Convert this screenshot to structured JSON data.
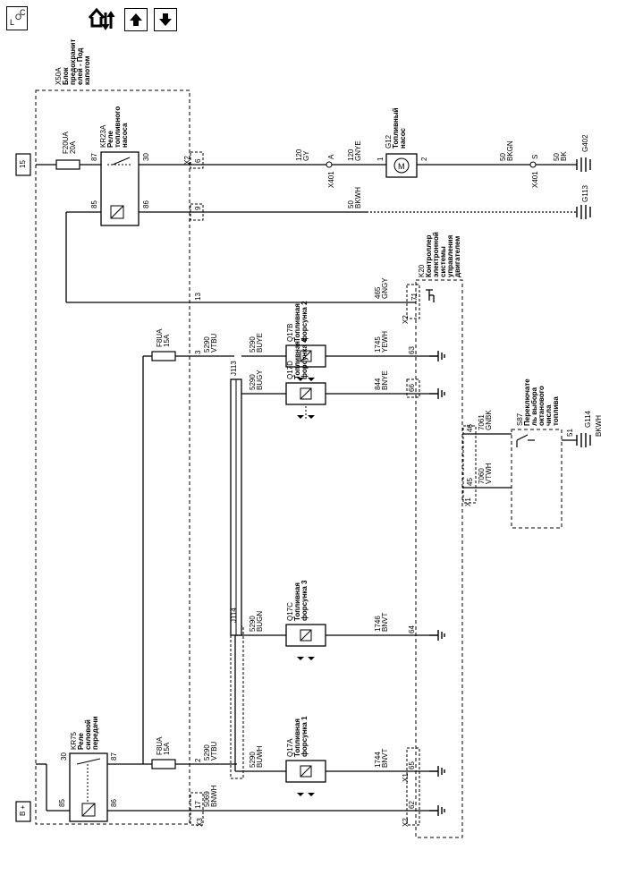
{
  "toolbar": {
    "locator_label": "L O C",
    "buttons": [
      "home-with-arrows-icon",
      "arrow-up-icon",
      "arrow-down-icon"
    ]
  },
  "diagram": {
    "block": {
      "id": "X50A",
      "name1": "Блок",
      "name2": "предохранит",
      "name3": "елей - Под",
      "name4": "капотом"
    },
    "boxes": {
      "b15": "15",
      "bplus": "B +"
    },
    "fuses": {
      "f20": {
        "id": "F20UA",
        "rating": "20A"
      },
      "f8_top": {
        "id": "F8UA",
        "rating": "15A"
      },
      "f8_bot": {
        "id": "F8UA",
        "rating": "15A"
      }
    },
    "relays": {
      "kr23": {
        "id": "KR23A",
        "name1": "Реле",
        "name2": "топливного",
        "name3": "насоса",
        "p87": "87",
        "p30": "30",
        "p85": "85",
        "p86": "86"
      },
      "kr75": {
        "id": "KR75",
        "name1": "Реле",
        "name2": "силовой",
        "name3": "передачи",
        "p30": "30",
        "p87": "87",
        "p85": "85",
        "p86": "86"
      }
    },
    "connectors": {
      "x2": "X2",
      "x3": "X3",
      "x1": "X1",
      "x401": "X401",
      "j113": "J113",
      "j114": "J114"
    },
    "pins": {
      "p6": "6",
      "p9": "9",
      "p13": "13",
      "p3": "3",
      "p2": "2",
      "p17": "17",
      "p71": "71",
      "p65": "65",
      "p63": "63",
      "p64": "64",
      "p66": "66",
      "p62": "62",
      "p46": "46",
      "p45": "45",
      "pA": "A",
      "pS": "S",
      "p1": "1",
      "p2b": "2"
    },
    "wires": {
      "w120a": {
        "num": "120",
        "color": "GY"
      },
      "w120b": {
        "num": "120",
        "color": "GNYE"
      },
      "w50a": {
        "num": "50",
        "color": "BKGN"
      },
      "w50b": {
        "num": "50",
        "color": "BK"
      },
      "w50c": {
        "num": "50",
        "color": "BKWH"
      },
      "w465": {
        "num": "465",
        "color": "GNGY"
      },
      "w5290a": {
        "num": "5290",
        "color": "VTBU"
      },
      "w5290b": {
        "num": "5290",
        "color": "VTBU"
      },
      "w5069": {
        "num": "5069",
        "color": "BNWH"
      },
      "w5290bugy": {
        "num": "5290",
        "color": "BUGY"
      },
      "w5290buye": {
        "num": "5290",
        "color": "BUYE"
      },
      "w5290bugn": {
        "num": "5290",
        "color": "BUGN"
      },
      "w5290buwh": {
        "num": "5290",
        "color": "BUWH"
      },
      "w844": {
        "num": "844",
        "color": "BNYE"
      },
      "w1745": {
        "num": "1745",
        "color": "YEWH"
      },
      "w1746": {
        "num": "1746",
        "color": "BNVT"
      },
      "w1744": {
        "num": "1744",
        "color": "BNVT"
      },
      "w7061": {
        "num": "7061",
        "color": "GNBK"
      },
      "w7060": {
        "num": "7060",
        "color": "VTWH"
      },
      "w51": {
        "num": "51",
        "color": "BKWH"
      }
    },
    "pump": {
      "id": "G12",
      "name1": "Топливный",
      "name2": "насос"
    },
    "grounds": {
      "g402": "G402",
      "g113": "G113",
      "g114": "G114"
    },
    "controller": {
      "id": "K20",
      "name1": "Контроллер",
      "name2": "электронной",
      "name3": "системы",
      "name4": "управления",
      "name5": "двигателем"
    },
    "injectors": {
      "q17d": {
        "id": "Q17D",
        "name1": "Топливная",
        "name2": "форсунка 4"
      },
      "q17b": {
        "id": "Q17B",
        "name1": "Топливная",
        "name2": "форсунка 2"
      },
      "q17c": {
        "id": "Q17C",
        "name1": "Топливная",
        "name2": "форсунка 3"
      },
      "q17a": {
        "id": "Q17A",
        "name1": "Топливная",
        "name2": "форсунка 1"
      }
    },
    "switch": {
      "id": "S87",
      "name1": "Переключате",
      "name2": "ль выбора",
      "name3": "октанового",
      "name4": "числа",
      "name5": "топлива"
    }
  }
}
